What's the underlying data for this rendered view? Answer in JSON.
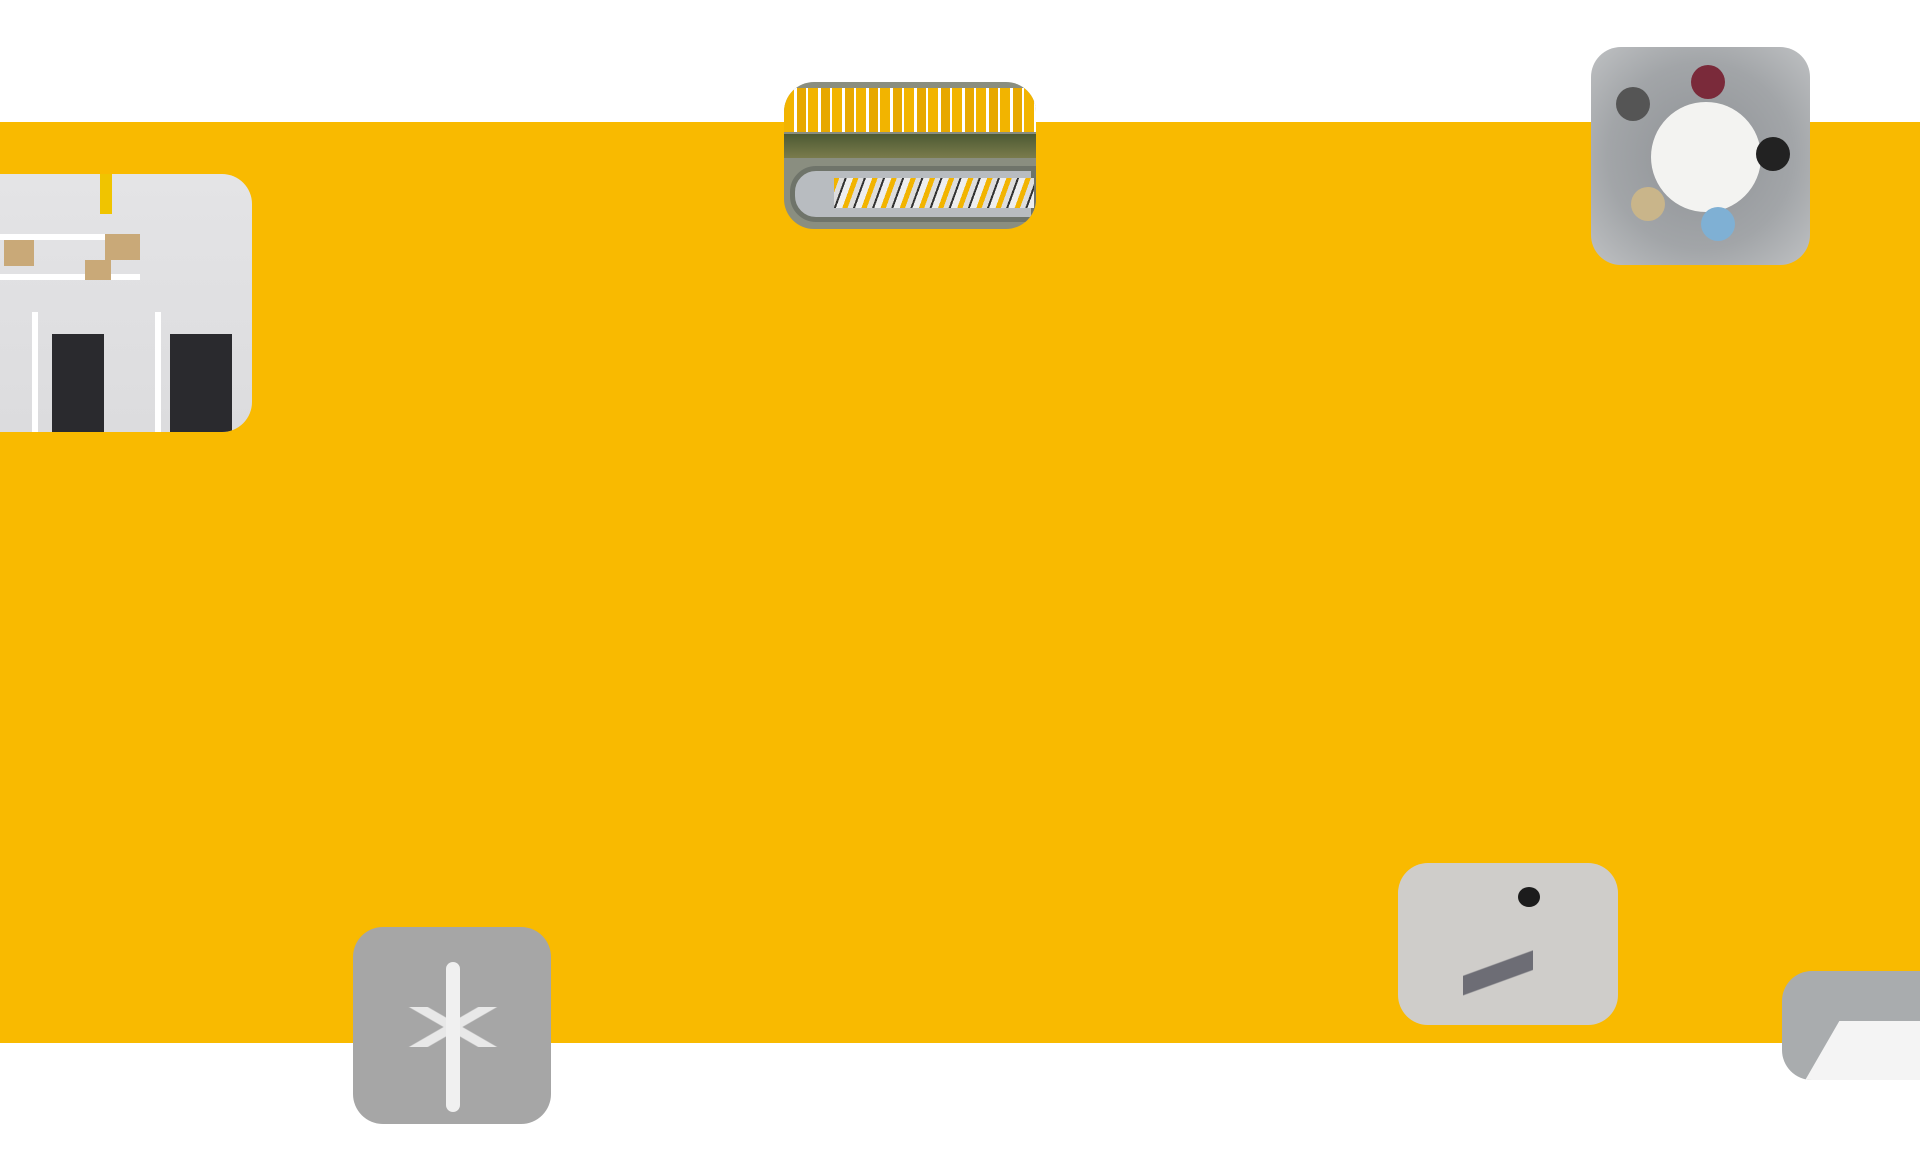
{
  "colors": {
    "band": "#F9BA00",
    "background": "#FFFFFF"
  },
  "images": [
    {
      "name": "warehouse-photo"
    },
    {
      "name": "port-photo"
    },
    {
      "name": "meeting-photo"
    },
    {
      "name": "walker-photo"
    },
    {
      "name": "airplane-photo"
    },
    {
      "name": "office-photo"
    }
  ]
}
